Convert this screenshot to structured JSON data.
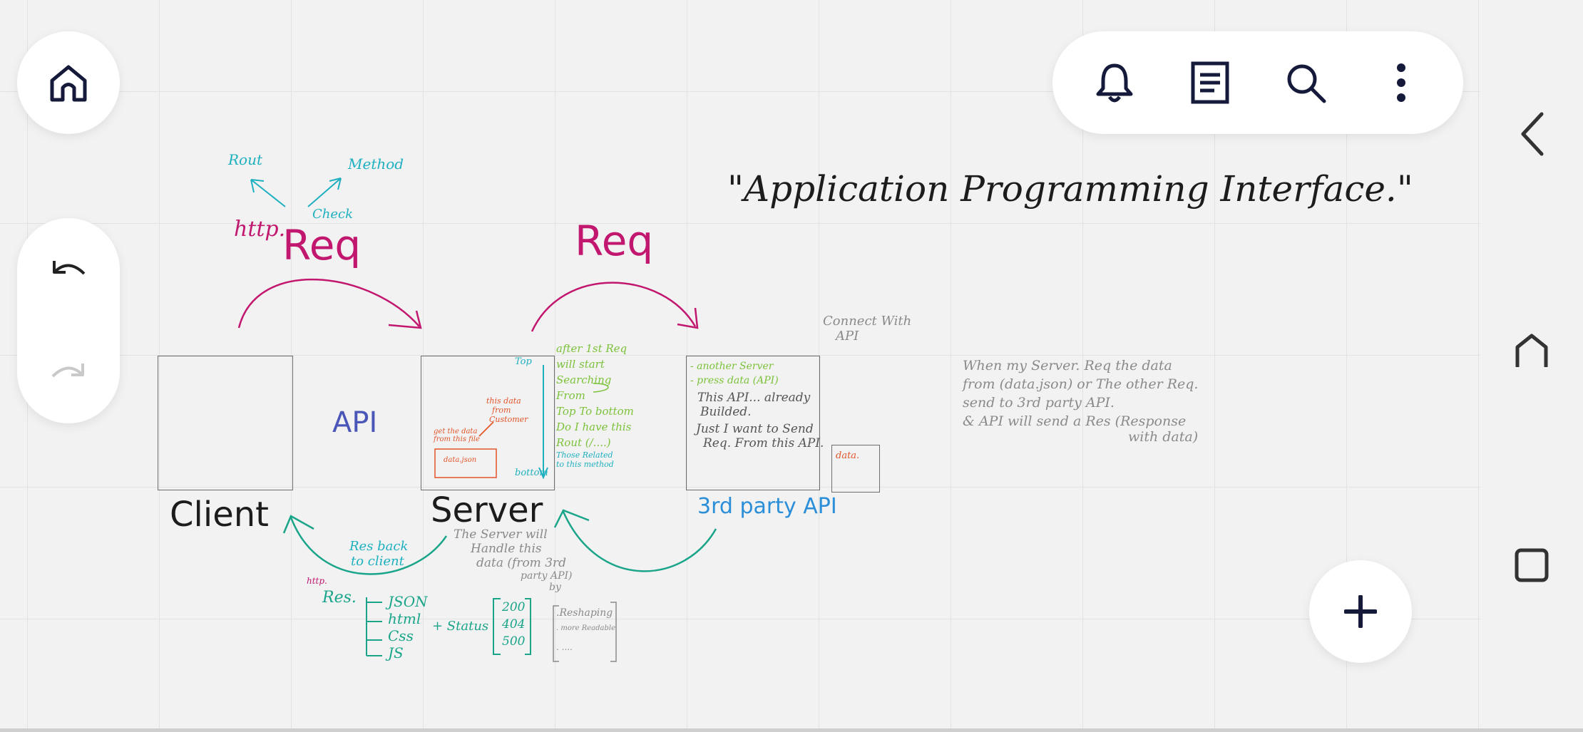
{
  "toolbar": {
    "icons": [
      "home-icon",
      "bell-icon",
      "notes-icon",
      "search-icon",
      "more-vertical-icon",
      "undo-icon",
      "redo-icon",
      "add-icon"
    ]
  },
  "system_nav": {
    "icons": [
      "back-icon",
      "home-icon",
      "recents-icon"
    ]
  },
  "board": {
    "title": "\"Application Programming Interface.\"",
    "client_label": "Client",
    "api_label": "API",
    "server_label": "Server",
    "third_party_label": "3rd party API",
    "req1_prefix": "http.",
    "req1": "Req",
    "req2": "Req",
    "rout": "Rout",
    "method": "Method",
    "check": "Check",
    "server_notes": [
      "after 1st Req",
      "will start",
      "Searching",
      "From",
      "Top To bottom",
      "Do I have this",
      "Rout (/....)",
      "Those Related",
      "to this method"
    ],
    "top_label": "Top",
    "bottom_label": "bottom",
    "this_data": [
      "this data",
      "from",
      "Customer"
    ],
    "get_the_data": [
      "get the data",
      "from this file"
    ],
    "data_json": "data.json",
    "third_notes": [
      "- another Server",
      "- press data (API)",
      "This API... already",
      "Builded.",
      "Just I want to Send",
      "Req. From this API."
    ],
    "data_box": "data.",
    "connect": [
      "Connect With",
      "API"
    ],
    "explain": [
      "When my Server. Req the data",
      "from (data.json) or The other Req.",
      "send to 3rd party API.",
      "& API will send a Res (Response",
      "with data)"
    ],
    "res_back": [
      "Res back",
      "to client"
    ],
    "server_handle": [
      "The Server will",
      "Handle this",
      "data (from 3rd",
      "party API)",
      "by"
    ],
    "res_http": "http.",
    "res": "Res.",
    "res_list": [
      "JSON",
      "html",
      "Css",
      "JS"
    ],
    "status_label": "+ Status",
    "status_codes": [
      "200",
      "404",
      "500"
    ],
    "by_list": [
      ".Reshaping",
      ". more Readable",
      ". ...."
    ]
  },
  "colors": {
    "magenta": "#c2176f",
    "teal": "#1aa58a",
    "cyan": "#1fb0c0",
    "green": "#7cc23b",
    "orange": "#e2552b",
    "blue": "#2b8ed8",
    "indigo": "#4a57b8",
    "ink": "#1c1c1c",
    "gray": "#8a8a8a"
  }
}
